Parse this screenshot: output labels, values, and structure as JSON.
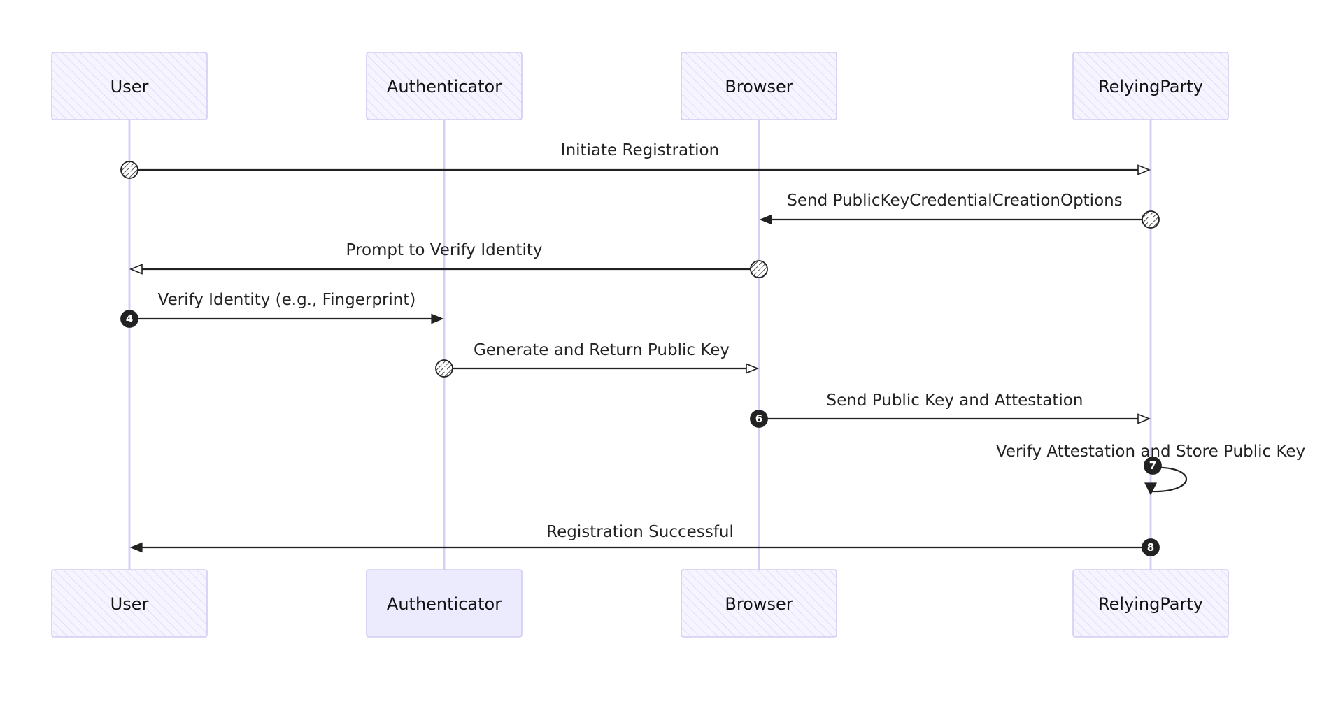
{
  "participants": [
    {
      "id": "user",
      "label": "User",
      "style": "hatched"
    },
    {
      "id": "authenticator",
      "label": "Authenticator",
      "style": "solid"
    },
    {
      "id": "browser",
      "label": "Browser",
      "style": "hatched"
    },
    {
      "id": "relyingparty",
      "label": "RelyingParty",
      "style": "hatched"
    }
  ],
  "messages": [
    {
      "seq": "1",
      "from": "user",
      "to": "relyingparty",
      "label": "Initiate Registration",
      "badge": "hatched",
      "arrow": "open"
    },
    {
      "seq": "2",
      "from": "relyingparty",
      "to": "browser",
      "label": "Send PublicKeyCredentialCreationOptions",
      "badge": "hatched",
      "arrow": "solid"
    },
    {
      "seq": "3",
      "from": "browser",
      "to": "user",
      "label": "Prompt to Verify Identity",
      "badge": "hatched",
      "arrow": "open"
    },
    {
      "seq": "4",
      "from": "user",
      "to": "authenticator",
      "label": "Verify Identity (e.g., Fingerprint)",
      "badge": "solid",
      "arrow": "solid"
    },
    {
      "seq": "5",
      "from": "authenticator",
      "to": "browser",
      "label": "Generate and Return Public Key",
      "badge": "hatched",
      "arrow": "open"
    },
    {
      "seq": "6",
      "from": "browser",
      "to": "relyingparty",
      "label": "Send Public Key and Attestation",
      "badge": "solid",
      "arrow": "open"
    },
    {
      "seq": "7",
      "from": "relyingparty",
      "to": "relyingparty",
      "label": "Verify Attestation and Store Public Key",
      "badge": "solid",
      "arrow": "solid"
    },
    {
      "seq": "8",
      "from": "relyingparty",
      "to": "user",
      "label": "Registration Successful",
      "badge": "solid",
      "arrow": "solid"
    }
  ],
  "colors": {
    "actor_stroke": "#d2ccf4",
    "actor_fill": "#ecebfd",
    "lifeline": "#d6d0f5",
    "line": "#222222"
  }
}
